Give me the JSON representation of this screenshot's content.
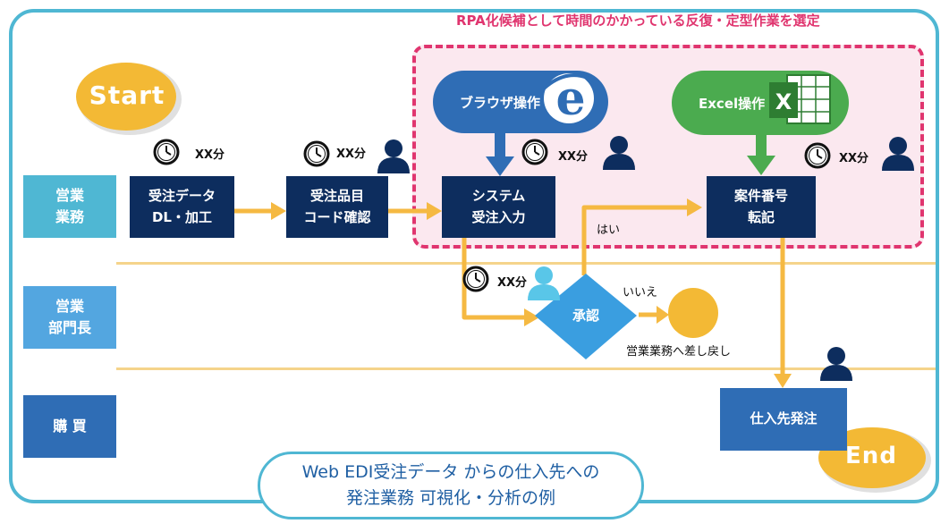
{
  "rpa_note": "RPA化候補として時間のかかっている反復・定型作業を選定",
  "lanes": [
    {
      "label": "営業\n業務",
      "color": "#4fb7d3"
    },
    {
      "label": "営業\n部門長",
      "color": "#53a6e0"
    },
    {
      "label": "購 買",
      "color": "#2f6db5"
    }
  ],
  "tasks": {
    "dl": "受注データ\nDL・加工",
    "hinmoku": "受注品目\nコード確認",
    "system": "システム\n受注入力",
    "anken": "案件番号\n転記",
    "shiire": "仕入先発注"
  },
  "decision": "承認",
  "tools": {
    "browser": "ブラウザ操作",
    "excel": "Excel操作"
  },
  "time_label": "XX分",
  "branch": {
    "yes": "はい",
    "no": "いいえ",
    "return": "営業業務へ差し戻し"
  },
  "start": "Start",
  "end": "End",
  "caption": "Web EDI受注データ からの仕入先への\n発注業務 可視化・分析の例",
  "colors": {
    "frame": "#4fb7d3",
    "rpa": "#e0356f",
    "task": "#0d2d5e",
    "arrow": "#f5b942",
    "decision": "#3a9ee0",
    "person_dark": "#0d2d5e",
    "person_light": "#59c6e8",
    "start_end": "#f3b935",
    "browser": "#2f6db5",
    "excel": "#4bab4f"
  }
}
